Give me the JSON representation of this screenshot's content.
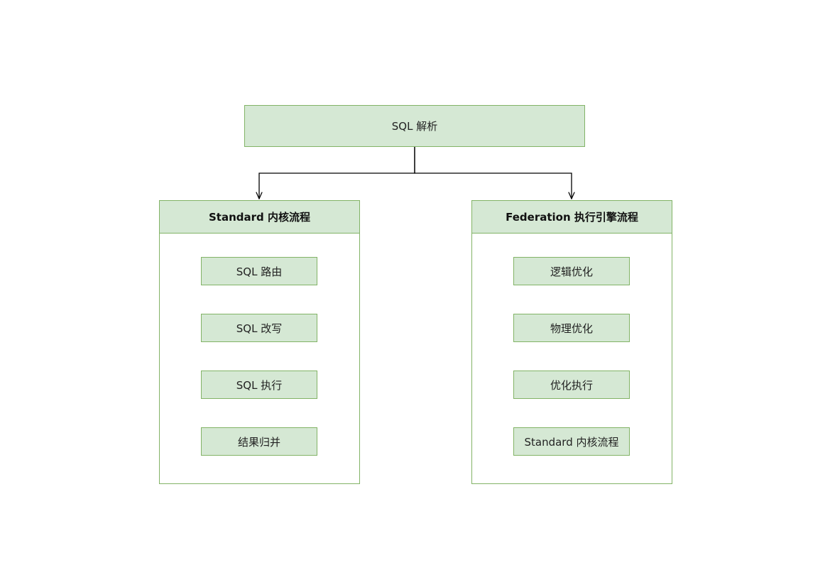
{
  "root": {
    "label": "SQL 解析"
  },
  "standard": {
    "title": "Standard 内核流程",
    "steps": [
      "SQL 路由",
      "SQL 改写",
      "SQL 执行",
      "结果归并"
    ]
  },
  "federation": {
    "title": "Federation 执行引擎流程",
    "steps": [
      "逻辑优化",
      "物理优化",
      "优化执行",
      "Standard 内核流程"
    ]
  },
  "colors": {
    "fill": "#d5e8d4",
    "stroke": "#82b366",
    "edge": "#000000"
  }
}
